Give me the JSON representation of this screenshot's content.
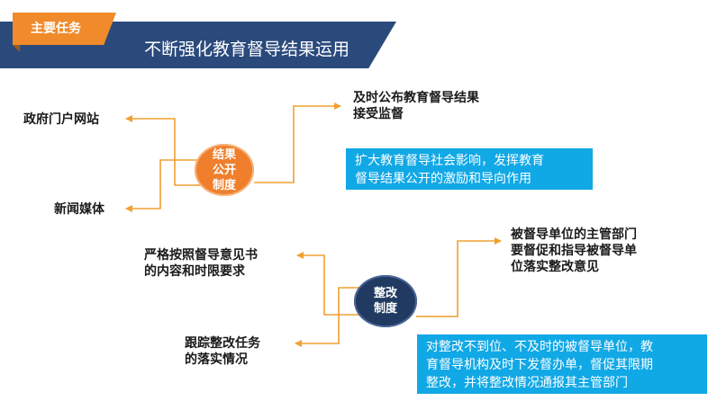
{
  "header": {
    "tag": "主要任务",
    "title": "不断强化教育督导结果运用"
  },
  "diagram": {
    "publicity": {
      "circle": [
        "结果",
        "公开",
        "制度"
      ],
      "left_items": [
        "政府门户网站",
        "新闻媒体"
      ],
      "right_item": [
        "及时公布教育督导结果",
        "接受监督"
      ],
      "note": [
        "扩大教育督导社会影响，发挥教育",
        "督导结果公开的激励和导向作用"
      ]
    },
    "rectification": {
      "circle": [
        "整改",
        "制度"
      ],
      "left_items": [
        [
          "严格按照督导意见书",
          "的内容和时限要求"
        ],
        [
          "跟踪整改任务",
          "的落实情况"
        ]
      ],
      "right_item": [
        "被督导单位的主管部门",
        "要督促和指导被督导单",
        "位落实整改意见"
      ],
      "note": [
        "对整改不到位、不及时的被督导单位，教",
        "育督导机构及时下发督办单，督促其限期",
        "整改，并将整改情况通报其主管部门"
      ]
    }
  },
  "colors": {
    "navy": "#2b4a7c",
    "orange": "#ef7f2d",
    "arrow": "#f0a030",
    "blue_box": "#11a8e6"
  }
}
